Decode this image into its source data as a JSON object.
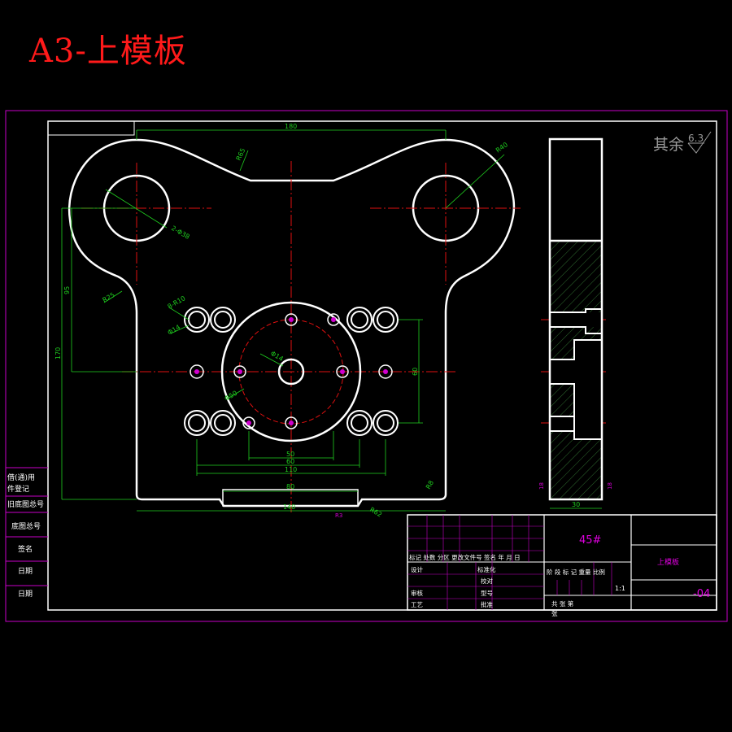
{
  "title": "A3-上模板",
  "roughness": {
    "prefix": "其余",
    "value": "6.3"
  },
  "dims": {
    "d180": "180",
    "r65": "R65",
    "r40": "R40",
    "d38": "2-Φ38",
    "r25": "R25",
    "d95": "95",
    "d170": "170",
    "r10": "8-R10",
    "d14": "Φ14",
    "d14b": "Φ14",
    "d50": "Φ50",
    "d60": "60",
    "d50h": "50",
    "d60h": "60",
    "d110": "110",
    "d80": "80",
    "d140": "140",
    "r8": "R8",
    "r62": "R62",
    "r3": "R3",
    "r18": "18",
    "d30": "30",
    "s18": "18"
  },
  "title_block": {
    "material": "45#",
    "part_name": "上模板",
    "drawing_no": "-04",
    "scale": "1:1",
    "rev_headers": "标记 处数 分区 更改文件号 签名 年 月 日",
    "design": "设计",
    "standardize": "标准化",
    "review": "审核",
    "process": "工艺",
    "proofread": "校对",
    "approve": "批准",
    "pattern_mark": "型号",
    "stage_headers": "阶 段 标 记   重量  比例",
    "sheets": "共    张    第",
    "sheets2": "张"
  },
  "side_labels": [
    "借(通)用",
    "件登记",
    "旧底图总号",
    "底图总号",
    "签名",
    "日期",
    "日期"
  ]
}
